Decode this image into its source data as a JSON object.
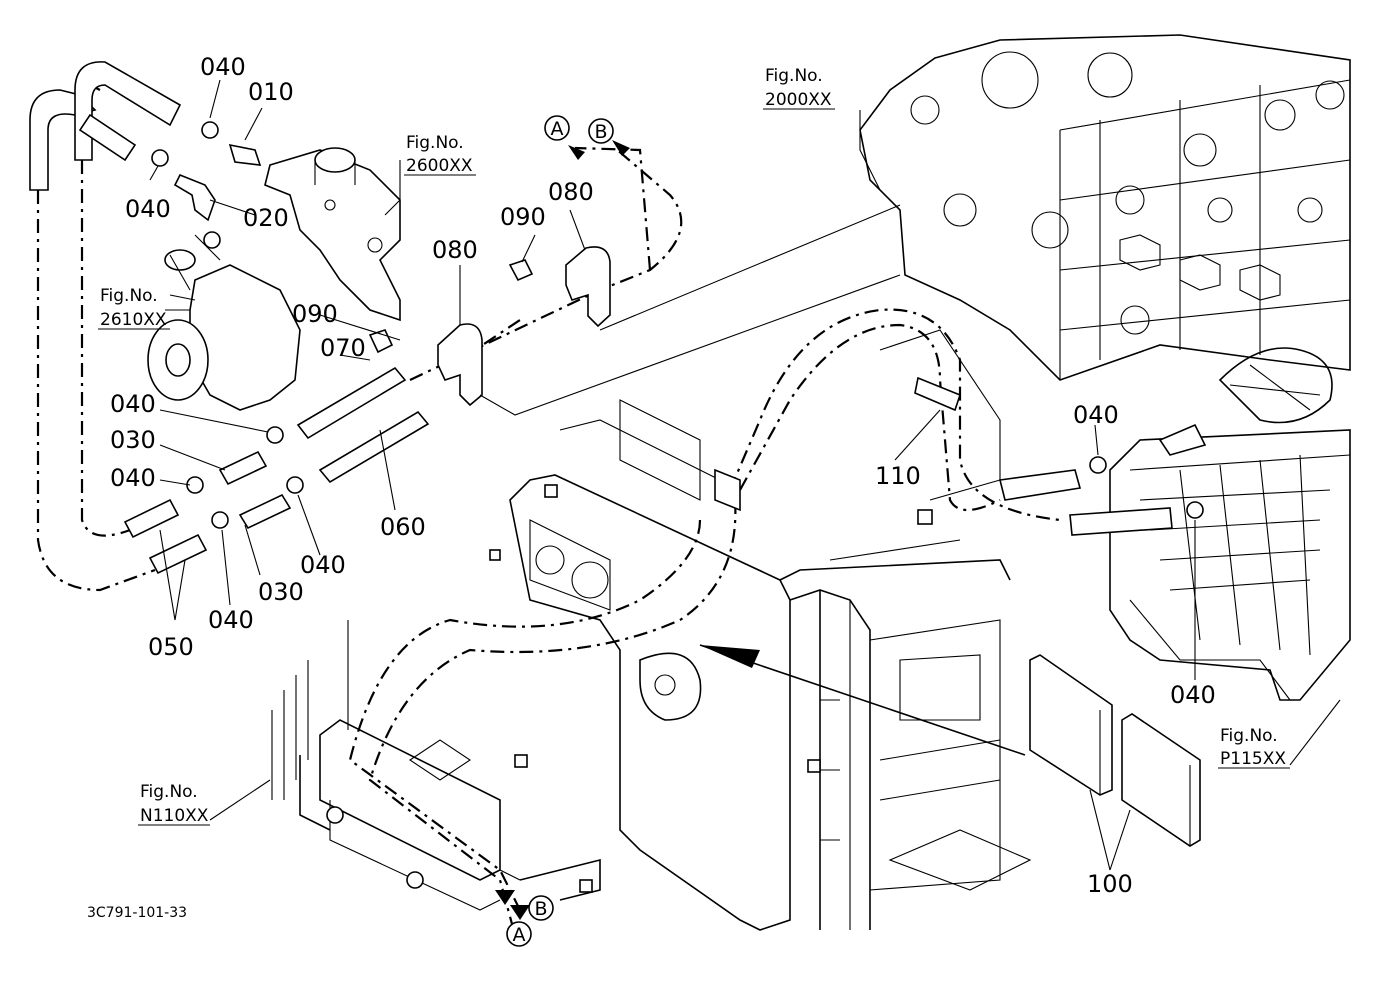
{
  "diagram": {
    "document_number": "3C791-101-33",
    "callouts": {
      "c010": "010",
      "c020": "020",
      "c030_a": "030",
      "c030_b": "030",
      "c040_a": "040",
      "c040_b": "040",
      "c040_c": "040",
      "c040_d": "040",
      "c040_e": "040",
      "c040_f": "040",
      "c040_g": "040",
      "c040_h": "040",
      "c050": "050",
      "c060": "060",
      "c070": "070",
      "c080_a": "080",
      "c080_b": "080",
      "c090_a": "090",
      "c090_b": "090",
      "c100": "100",
      "c110": "110"
    },
    "figure_refs": [
      {
        "label": "Fig.No.",
        "number": "2600XX"
      },
      {
        "label": "Fig.No.",
        "number": "2610XX"
      },
      {
        "label": "Fig.No.",
        "number": "2000XX"
      },
      {
        "label": "Fig.No.",
        "number": "P115XX"
      },
      {
        "label": "Fig.No.",
        "number": "N110XX"
      }
    ],
    "connection_markers": {
      "top_a": "A",
      "top_b": "B",
      "bottom_a": "A",
      "bottom_b": "B"
    }
  }
}
